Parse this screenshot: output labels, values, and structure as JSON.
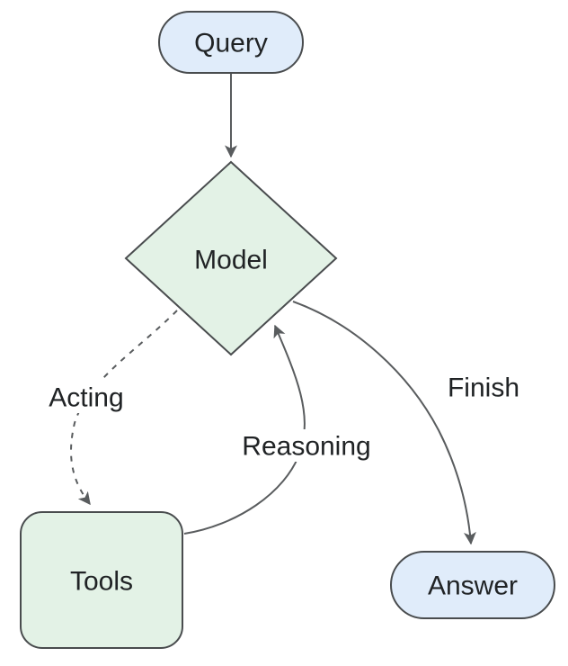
{
  "diagram": {
    "type": "flowchart",
    "background": "#ffffff",
    "colors": {
      "blue_node_fill": "#E0ECFA",
      "green_node_fill": "#E3F2E6",
      "node_border": "#494C4E",
      "edge": "#595C5E",
      "text": "#202325",
      "label_background": "#ffffff"
    },
    "nodes": [
      {
        "id": "query",
        "label": "Query",
        "shape": "stadium",
        "fill": "blue"
      },
      {
        "id": "model",
        "label": "Model",
        "shape": "diamond",
        "fill": "green"
      },
      {
        "id": "tools",
        "label": "Tools",
        "shape": "rounded-rectangle",
        "fill": "green"
      },
      {
        "id": "answer",
        "label": "Answer",
        "shape": "stadium",
        "fill": "blue"
      }
    ],
    "edges": [
      {
        "from": "query",
        "to": "model",
        "label": "",
        "style": "solid"
      },
      {
        "from": "model",
        "to": "tools",
        "label": "Acting",
        "style": "dashed"
      },
      {
        "from": "tools",
        "to": "model",
        "label": "Reasoning",
        "style": "solid"
      },
      {
        "from": "model",
        "to": "answer",
        "label": "Finish",
        "style": "solid"
      }
    ]
  }
}
